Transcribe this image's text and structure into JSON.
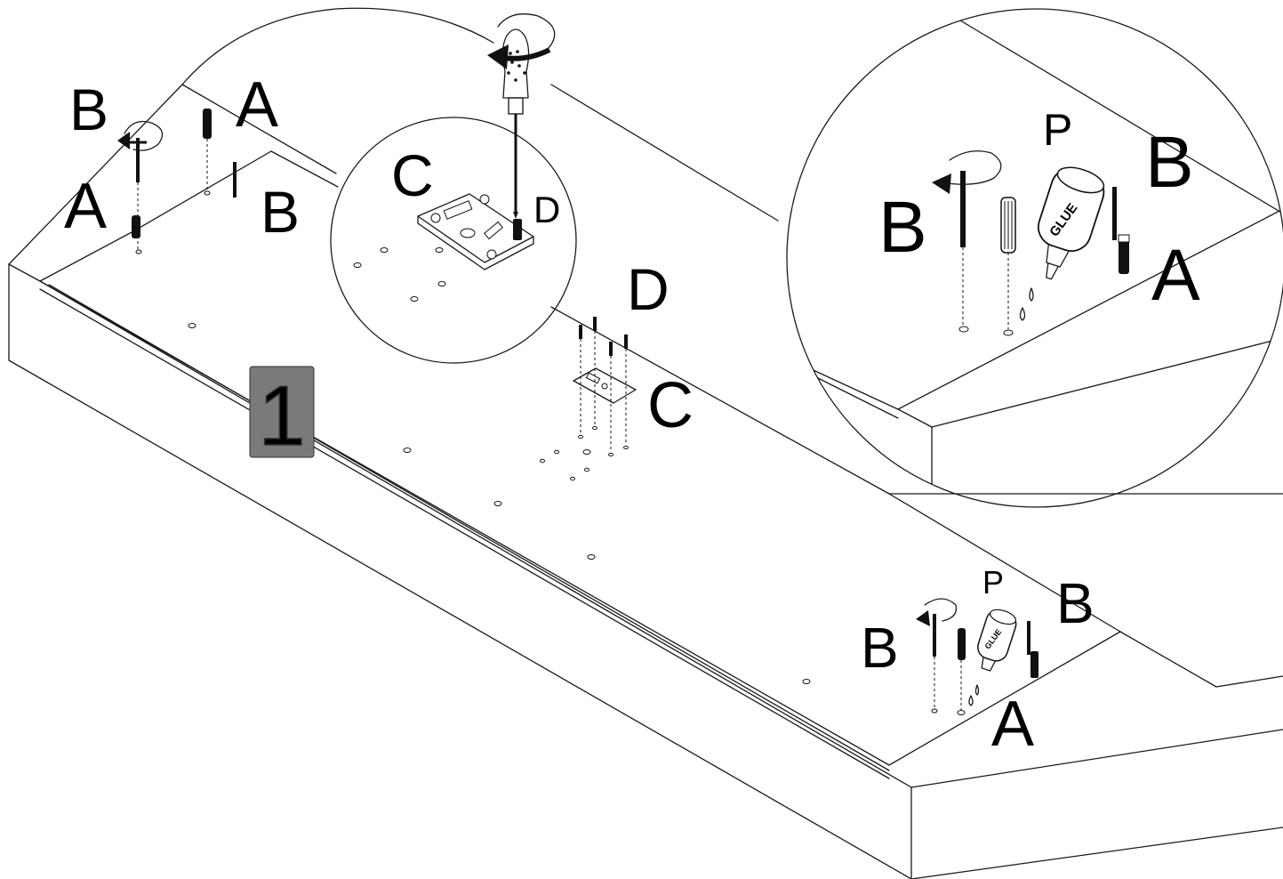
{
  "step": {
    "number": "1",
    "badge_color": "#7a7a7a"
  },
  "labels": {
    "a": "A",
    "b": "B",
    "c": "C",
    "d": "D",
    "p": "P"
  },
  "glue_text": "GLUE",
  "colors": {
    "line": "#1a1a1a",
    "background": "#ffffff"
  }
}
